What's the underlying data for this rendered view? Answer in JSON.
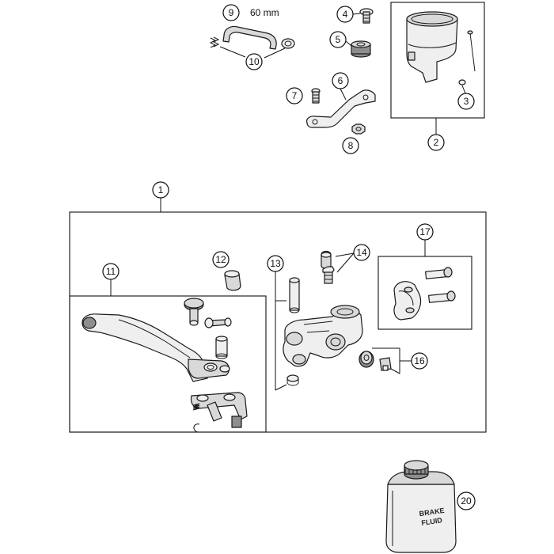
{
  "hose_length_label": "60 mm",
  "fluid_can_label": {
    "line1": "BRAKE",
    "line2": "FLUID"
  },
  "callouts": {
    "c1": "1",
    "c2": "2",
    "c3": "3",
    "c4": "4",
    "c5": "5",
    "c6": "6",
    "c7": "7",
    "c8": "8",
    "c9": "9",
    "c10": "10",
    "c11": "11",
    "c12": "12",
    "c13": "13",
    "c14": "14",
    "c16": "16",
    "c17": "17",
    "c20": "20"
  }
}
